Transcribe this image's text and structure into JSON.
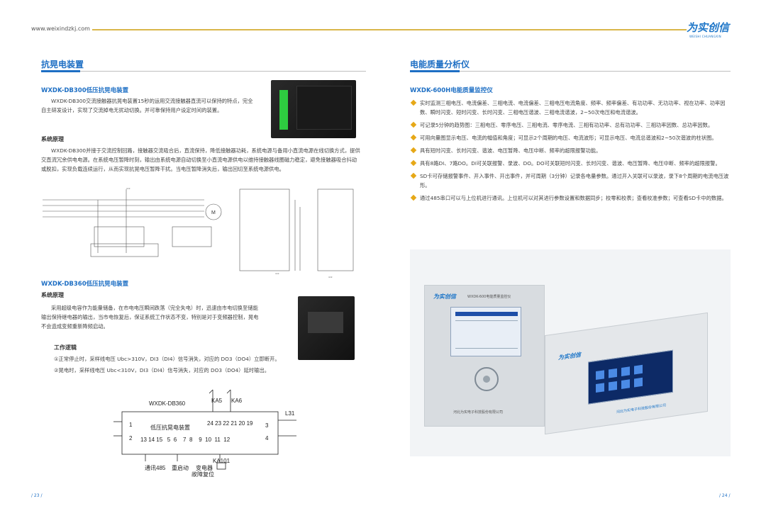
{
  "header": {
    "website": "www.weixindzkj.com",
    "logo_text": "为实创信",
    "logo_sub": "WEISHI CHUANGXIN"
  },
  "left": {
    "section_title": "抗晃电装置",
    "db300": {
      "title": "WXDK-DB300低压抗晃电装置",
      "intro": "WXDK-DB300交流接触器抗晃电装置15秒的运用交流接触器直流可以保持的特点，完全自主研发设计，实现了交流掉电无扰动切换。并可靠保持用户设定时间的装置。",
      "principle_heading": "系统原理",
      "principle": "WXDK-DB300并接于交流控制回路，接触器交流吸合后，直流保持，降低接触器功耗，系统电源与备用小直流电源在线切换方式，提供交直流冗余供电电源。在系统电压暂降时刻，输出由系统电源自动切换至小直流电源供电以维持接触器线圈磁力稳定，避免接触器吸合抖动或脱扣，实现负载连续运行，从而实现抗晃电压暂降干扰。当电压暂降消失后，输出回切至系统电源供电。"
    },
    "db360": {
      "title": "WXDK-DB360低压抗晃电装置",
      "principle_heading": "系统原理",
      "principle": "采用超级电容作为能量储备，在市电电压瞬间跌落（完全失电）时，迅速由市电切换至储能输出保持继电器的输出，当市电恢复后，保证系统工作状态不变，特别是对于变频器控制，晃电不会造成变频重新降频启动。",
      "logic_heading": "工作逻辑",
      "logic_1": "①正常停止时，采样线电压 Ubc>310V，DI3（DI4）信号消失，对应的 DO3（DO4）立即断开。",
      "logic_2": "②晃电时，采样线电压 Ubc<310V，DI3（DI4）信号消失，对应的 DO3（DO4）延时输出。"
    },
    "wiring": {
      "device_name": "WXDK-DB360",
      "device_label": "低压抗晃电装置",
      "ka5": "KA5",
      "ka6": "KA6",
      "l31": "L31",
      "top_nums": "24 23 22 21 20 19",
      "pin1": "1",
      "pin2": "2",
      "pin3": "3",
      "pin4": "4",
      "bottom_nums": "13 14 15   5  6    7  8    9  10  11  12",
      "ka101": "KA101",
      "comm": "通讯485",
      "restart": "重启动",
      "freq": "变电器",
      "fault": "故障复位"
    },
    "page": "/ 23 /"
  },
  "right": {
    "section_title": "电能质量分析仪",
    "product_title": "WXDK-600H电能质量监控仪",
    "bullets": [
      "实时监测三相电压、电流偏差、三相电流、电流偏差、三相电压电流角度、频率、频率偏差、有功功率、无功功率、视在功率、功率因数、瞬时闪变、短时闪变、长时闪变、三相电压谐波、三相电流谐波，2~50次电压和电流谐波。",
      "可记录5分钟的趋势图：三相电压、零序电压、三相电流、零序电流、三相有功功率、总有功功率、三相功率因数、总功率因数。",
      "可用向量图显示电压、电流的幅值和角度；可显示2个周期的电压、电流波形；可显示电压、电流总谐波和2~50次谐波的柱状图。",
      "具有短时闪变、长时闪变、谐波、电压暂降、电压中断、频率的超限报警功能。",
      "具有8路DI、7路DO。DI可关联报警、录波、DO。DO可关联短时闪变、长时闪变、谐波、电压暂降、电压中断、频率的超限报警。",
      "SD卡可存储报警事件、开入事件、开出事件，并可周期（3分钟）记录各电量参数。通过开入关联可以录波，录下8个周期的电流电压波形。",
      "通过485串口可以与上位机进行通讯。上位机可以对其进行参数设置和数据同步；校零和校表；查看校准参数；可查看SD卡中的数据。"
    ],
    "device_brand": "为实创信",
    "device_model": "WXDK-600电能质量监控仪",
    "device_company": "河北为实电子科技股份有限公司",
    "page": "/ 24 /"
  }
}
